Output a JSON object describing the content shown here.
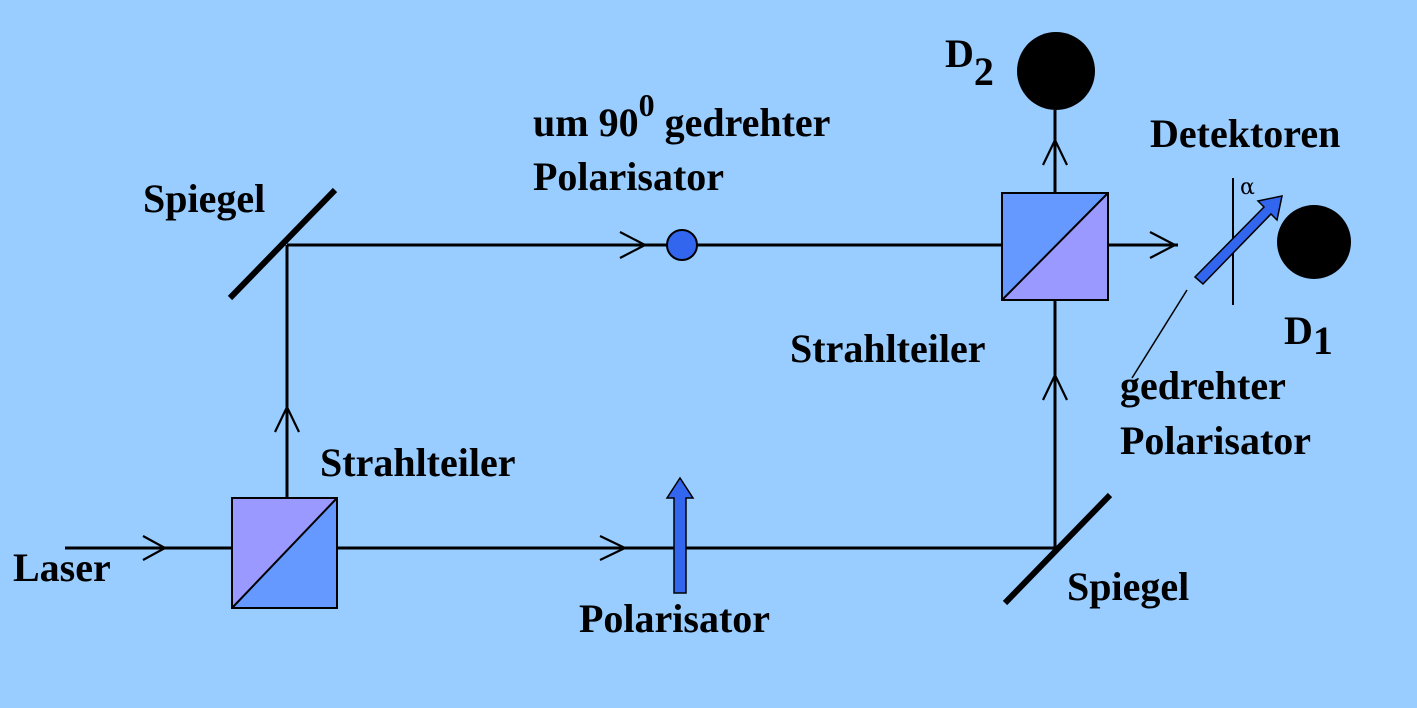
{
  "labels": {
    "laser": "Laser",
    "beamsplitter_left": "Strahlteiler",
    "beamsplitter_right": "Strahlteiler",
    "mirror_top_left": "Spiegel",
    "mirror_bottom_right": "Spiegel",
    "polarizer_bottom": "Polarisator",
    "rotated_polarizer_90_line1_prefix": "um 90",
    "rotated_polarizer_90_line1_sup": "0",
    "rotated_polarizer_90_line1_suffix": " gedrehter",
    "rotated_polarizer_90_line2": "Polarisator",
    "rotated_polarizer_line1": "gedrehter",
    "rotated_polarizer_line2": "Polarisator",
    "detectors": "Detektoren",
    "d2_base": "D",
    "d2_sub": "2",
    "d1_base": "D",
    "d1_sub": "1",
    "alpha": "α"
  },
  "colors": {
    "background": "#99CCFF",
    "cube_blue": "#6699FF",
    "cube_violet": "#9999FF",
    "polarizer_blue": "#3366EE",
    "detector": "#000000"
  }
}
